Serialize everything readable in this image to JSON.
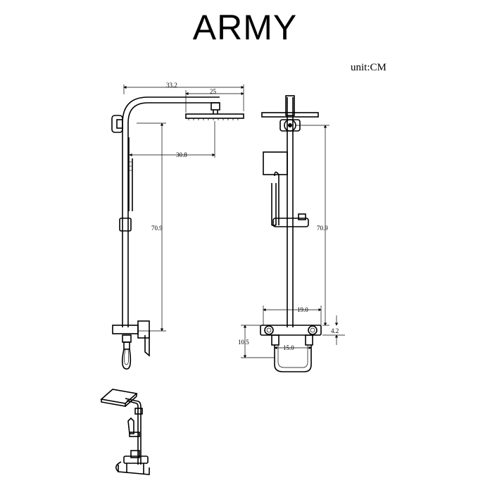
{
  "title": "ARMY",
  "unit_label": "unit:CM",
  "dimensions": {
    "arm_width": "33.2",
    "head_width": "25",
    "arm_reach": "30.8",
    "side_height": "70.9",
    "front_height": "70.9",
    "bar_width": "19.0",
    "valve_offset": "4.2",
    "valve_height": "10.5",
    "inlet_spacing": "15.0"
  }
}
